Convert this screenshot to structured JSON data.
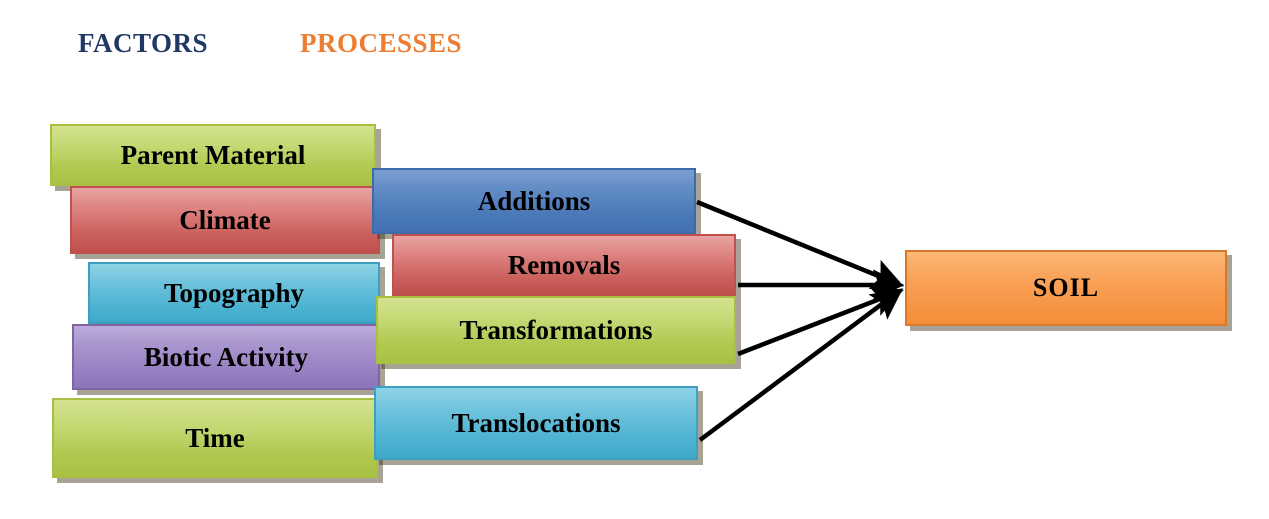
{
  "headings": {
    "factors": "FACTORS",
    "processes": "PROCESSES"
  },
  "colors": {
    "factors_heading": "#1f3864",
    "processes_heading": "#ed7d31",
    "green": "#b0c84f",
    "red": "#c0504d",
    "cyan": "#4eb3d2",
    "purple": "#9781c2",
    "blue": "#4a79b8",
    "orange": "#f79646",
    "arrow": "#000000",
    "background": "#ffffff"
  },
  "factors": [
    {
      "label": "Parent Material",
      "color": "green"
    },
    {
      "label": "Climate",
      "color": "red"
    },
    {
      "label": "Topography",
      "color": "cyan"
    },
    {
      "label": "Biotic Activity",
      "color": "purple"
    },
    {
      "label": "Time",
      "color": "green"
    }
  ],
  "processes": [
    {
      "label": "Additions",
      "color": "blue"
    },
    {
      "label": "Removals",
      "color": "red"
    },
    {
      "label": "Transformations",
      "color": "green"
    },
    {
      "label": "Translocations",
      "color": "cyan"
    }
  ],
  "result": {
    "label": "SOIL",
    "color": "orange"
  },
  "arrows": {
    "count": 4,
    "from": [
      "Additions",
      "Removals",
      "Transformations",
      "Translocations"
    ],
    "to": "SOIL"
  }
}
